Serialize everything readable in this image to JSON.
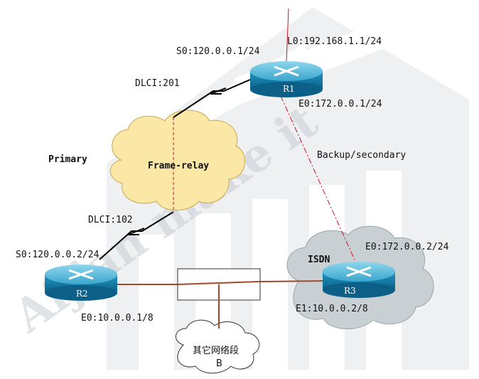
{
  "watermark": "Aijian make it",
  "links": {
    "primary": "Primary",
    "backup": "Backup/secondary",
    "isdn": "ISDN"
  },
  "clouds": {
    "frame_relay": "Frame-relay",
    "other_segment_line1": "其它网络段",
    "other_segment_line2": "B"
  },
  "routers": {
    "r1": {
      "name": "R1",
      "s0": "S0:120.0.0.1/24",
      "l0": "L0:192.168.1.1/24",
      "e0": "E0:172.0.0.1/24",
      "dlci": "DLCI:201"
    },
    "r2": {
      "name": "R2",
      "s0": "S0:120.0.0.2/24",
      "e0": "E0:10.0.0.1/8",
      "dlci": "DLCI:102"
    },
    "r3": {
      "name": "R3",
      "e0": "E0:172.0.0.2/24",
      "e1": "E1:10.0.0.2/8"
    }
  },
  "colors": {
    "router_body": "#1a8fb8",
    "router_top": "#6cc4e0",
    "frame_cloud": "#fbe7a6",
    "isdn_cloud": "#c9d0d4",
    "ethernet": "#a04a2a",
    "serial": "#000000",
    "dashed_red": "#d0102a"
  }
}
